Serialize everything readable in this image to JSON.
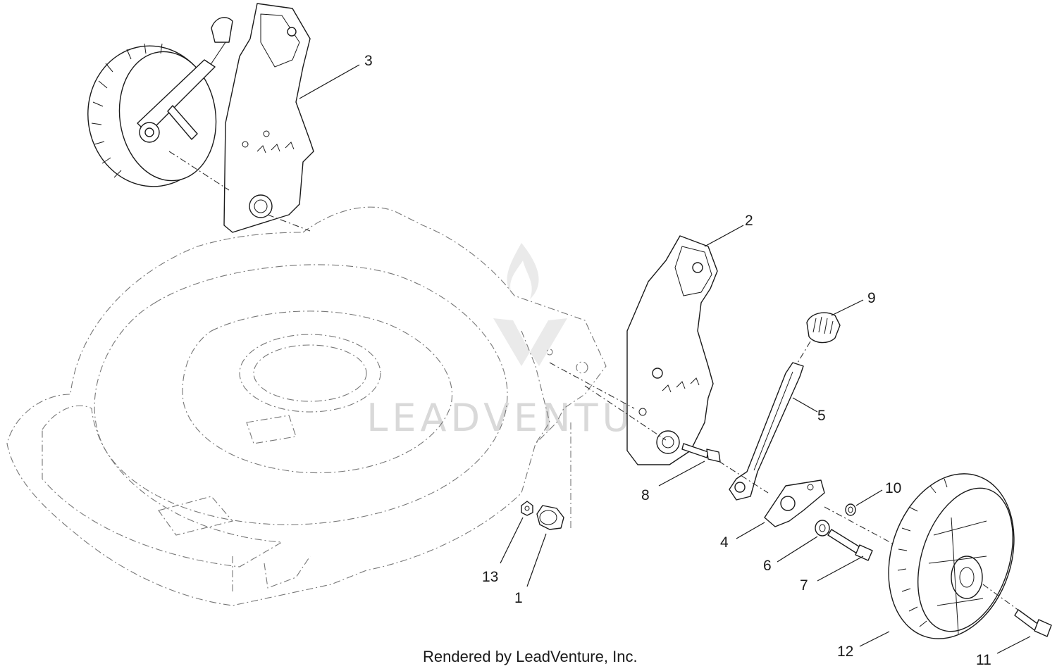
{
  "callouts": {
    "c1": "1",
    "c2": "2",
    "c3": "3",
    "c4": "4",
    "c5": "5",
    "c6": "6",
    "c7": "7",
    "c8": "8",
    "c9": "9",
    "c10": "10",
    "c11": "11",
    "c12": "12",
    "c13": "13"
  },
  "footer": {
    "credit": "Rendered by LeadVenture, Inc."
  },
  "watermark": {
    "text": "LEADVENTURE",
    "logo_icon": "flame-v-logo-icon"
  },
  "colors": {
    "line": "#1a1a1a",
    "deck_phantom": "#777777",
    "watermark": "#d9d9d9"
  }
}
